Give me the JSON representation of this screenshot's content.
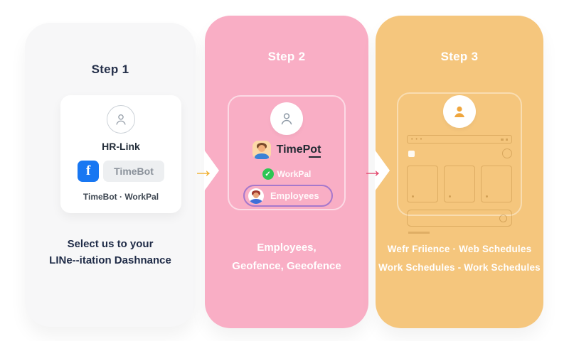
{
  "steps": [
    {
      "label": "Step 1",
      "panel_color": "#f7f7f8",
      "card": {
        "app_name": "HR-Link",
        "facebook_glyph": "f",
        "button_label": "TimeBot",
        "caption": "TimeBot · WorkPal"
      },
      "description_line1": "Select us to your",
      "description_line2": "LINe--itation Dashnance"
    },
    {
      "label": "Step 2",
      "panel_color": "#f9aec5",
      "card": {
        "app_name": "TimePot",
        "check_glyph": "✓",
        "check_label": "WorkPal",
        "pill_label": "Employees"
      },
      "description_line1": "Employees,",
      "description_line2": "Geofence, Geeofence"
    },
    {
      "label": "Step 3",
      "panel_color": "#f5c67d",
      "description_line1": "Wefr Friience · Web Schedules",
      "description_line2": "Work Schedules - Work Schedules"
    }
  ],
  "icons": {
    "arrow": "→",
    "browser_dots": "• • •"
  },
  "colors": {
    "facebook_blue": "#1877f2",
    "check_green": "#2dc653",
    "pill_border_purple": "#a678cc",
    "arrow_yellow": "#f0b02f",
    "arrow_pink": "#e2486e",
    "navy_text": "#1f2b47"
  }
}
